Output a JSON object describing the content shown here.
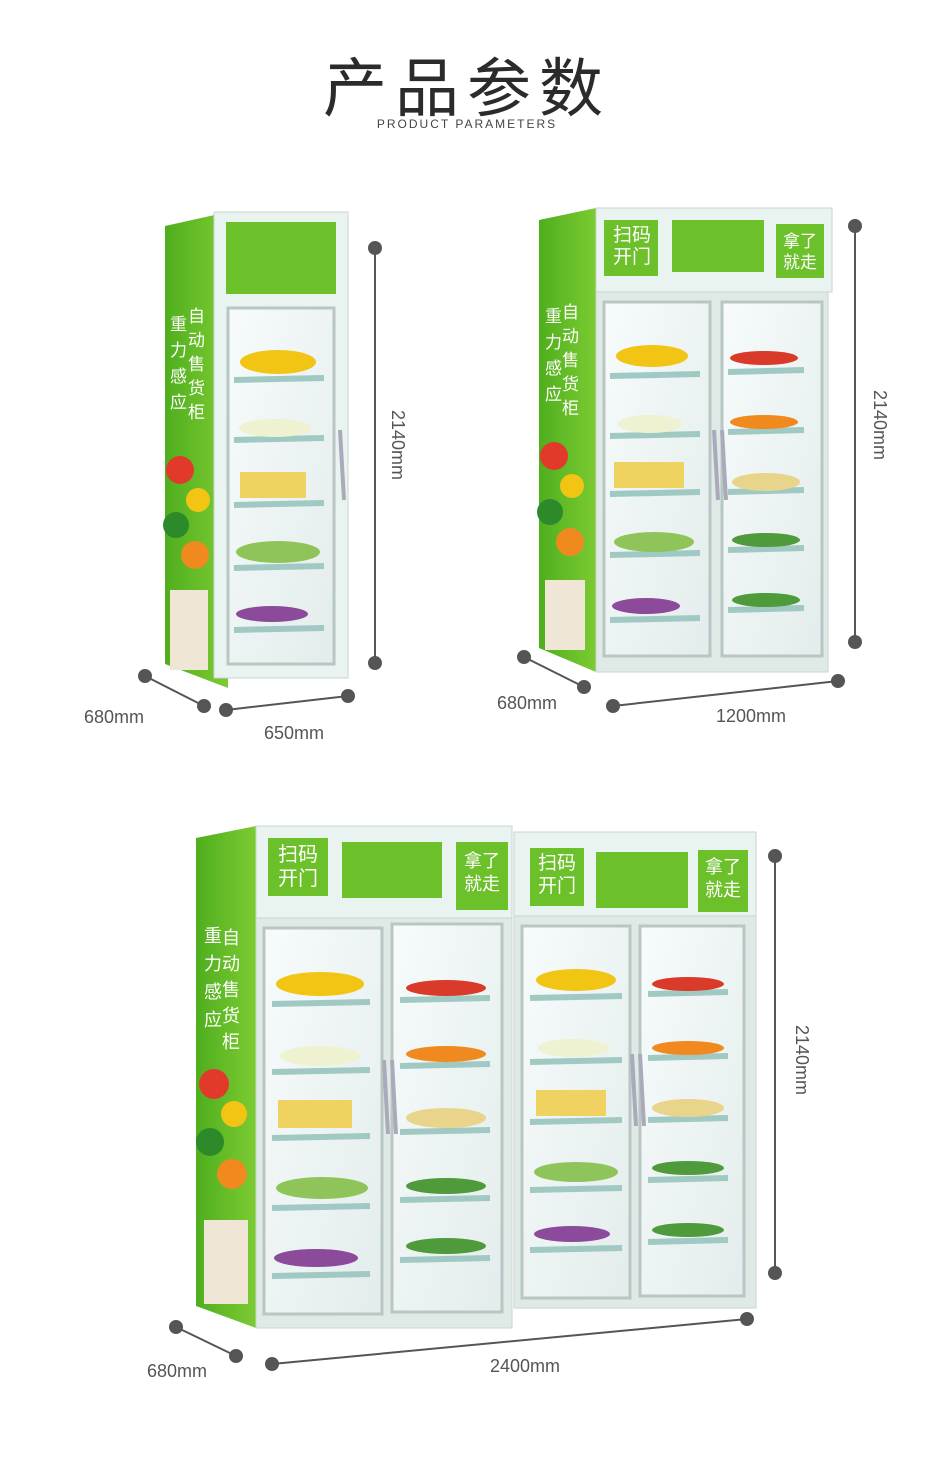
{
  "title": "产品参数",
  "subtitle": "PRODUCT PARAMETERS",
  "colors": {
    "green": "#6cc02a",
    "green_dark": "#3f9a1a",
    "frame": "#e6f2ee",
    "glass": "#f2f6f6",
    "dim_line": "#555555"
  },
  "panels": {
    "scan": [
      "扫码",
      "开门"
    ],
    "take": [
      "拿了",
      "就走"
    ],
    "side_a": "自动售货柜",
    "side_b": "重/力/感/应"
  },
  "single": {
    "height": "2140mm",
    "depth": "680mm",
    "width": "650mm"
  },
  "double": {
    "height": "2140mm",
    "depth": "680mm",
    "width": "1200mm"
  },
  "quad": {
    "height": "2140mm",
    "depth": "680mm",
    "width": "2400mm"
  }
}
